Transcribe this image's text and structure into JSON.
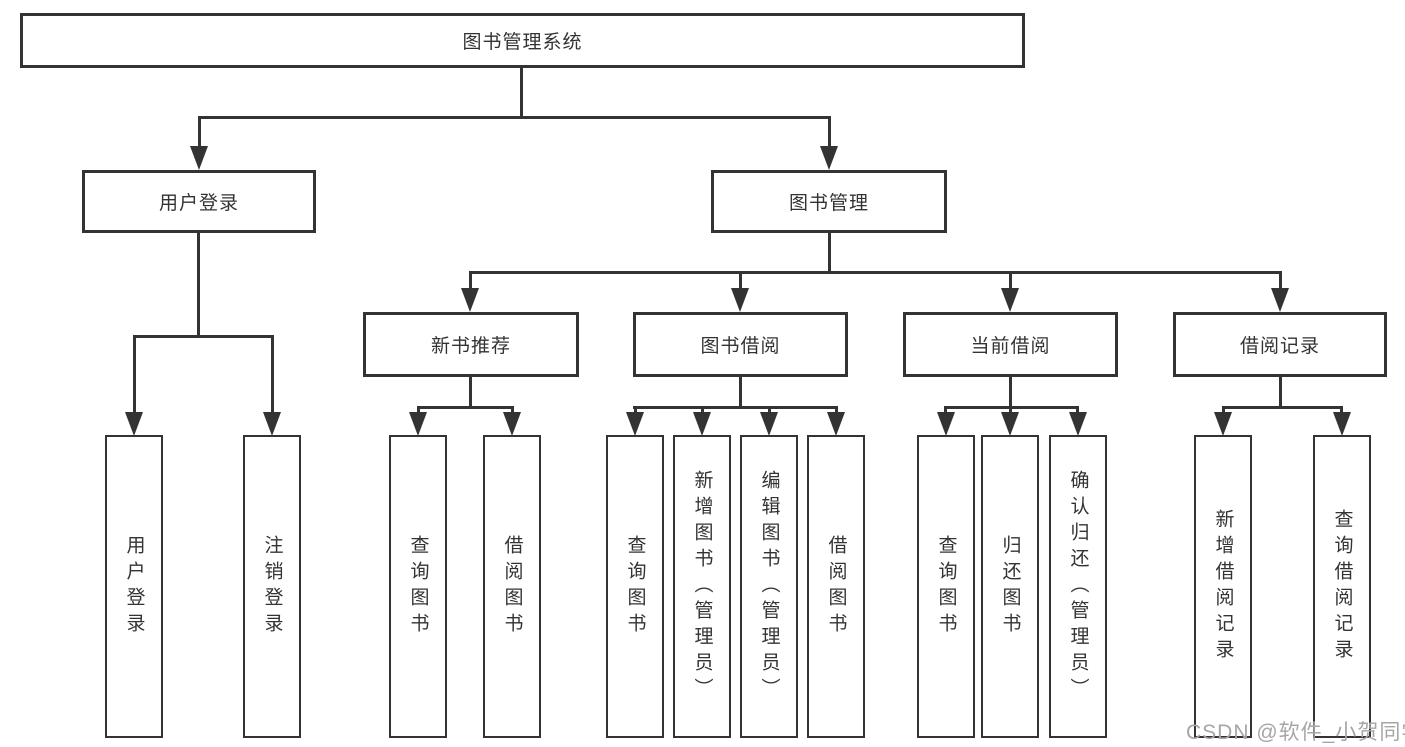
{
  "tree": {
    "root": "图书管理系统",
    "user_login": "用户登录",
    "book_mgmt": "图书管理",
    "new_book_rec": "新书推荐",
    "book_borrow": "图书借阅",
    "current_borrow": "当前借阅",
    "borrow_records": "借阅记录",
    "leaves": {
      "user_login": "用户登录",
      "logout": "注销登录",
      "rec_query": "查询图书",
      "rec_borrow": "借阅图书",
      "bb_query": "查询图书",
      "bb_add": "新增图书（管理员）",
      "bb_edit": "编辑图书（管理员）",
      "bb_borrow": "借阅图书",
      "cb_query": "查询图书",
      "cb_return": "归还图书",
      "cb_confirm": "确认归还（管理员）",
      "br_add": "新增借阅记录",
      "br_query": "查询借阅记录"
    }
  },
  "watermark": "CSDN @软件_小贺同学",
  "colors": {
    "line": "#333333",
    "text": "#333333",
    "box_bg": "#ffffff",
    "watermark": "#a6a6a6"
  }
}
